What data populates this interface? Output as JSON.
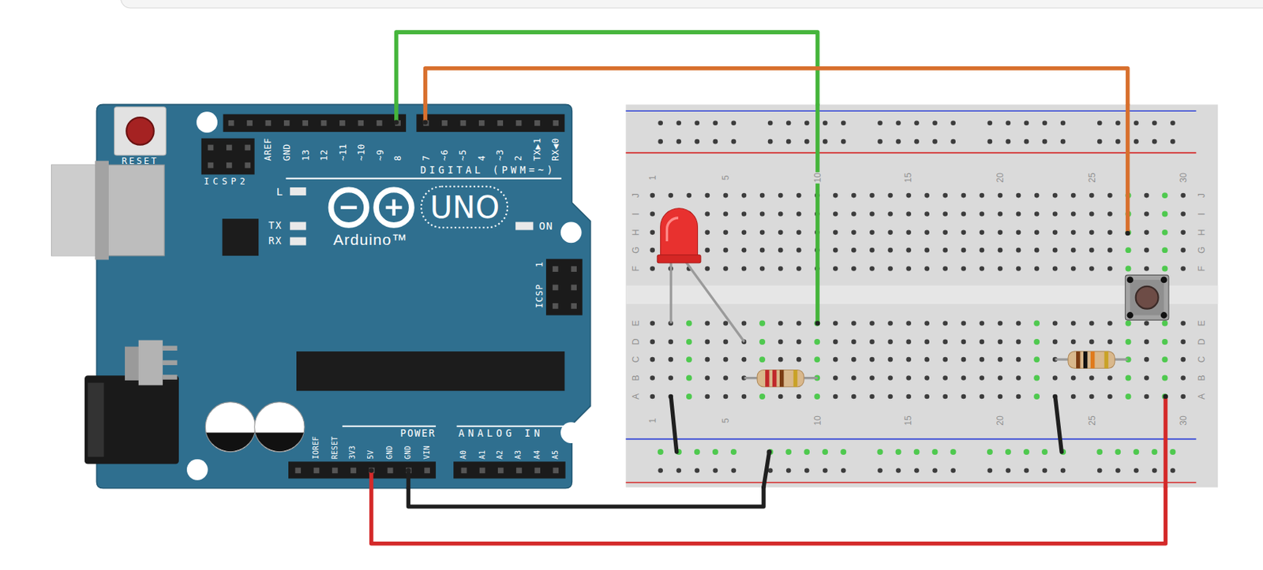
{
  "diagram": {
    "nodes": [
      {
        "text": [
          "RESET",
          "ICSP2",
          "AREF",
          "GND",
          "13",
          "12",
          "~11",
          "~10",
          "~9",
          "8",
          "7",
          "~6",
          "~5",
          "4",
          "~3",
          "2",
          "TX▶1",
          "RX◀0",
          "DIGITAL (PWM=~)",
          "L",
          "TX",
          "RX",
          "UNO",
          "Arduino™",
          "ON",
          "1",
          "ICSP",
          "IOREF",
          "RESET",
          "3V3",
          "5V",
          "GND",
          "GND",
          "VIN",
          "POWER",
          "ANALOG IN",
          "A0",
          "A1",
          "A2",
          "A3",
          "A4",
          "A5"
        ]
      },
      {
        "text": [
          "1",
          "5",
          "10",
          "15",
          "20",
          "25",
          "30",
          "J",
          "I",
          "H",
          "G",
          "F",
          "E",
          "D",
          "C",
          "B",
          "A",
          "J",
          "I",
          "H",
          "G",
          "F",
          "E",
          "D",
          "C",
          "B",
          "A",
          "1",
          "5",
          "10",
          "15",
          "20",
          "25",
          "30"
        ]
      }
    ],
    "edges": [
      {
        "from": 0,
        "to": 1,
        "arrow": "none"
      },
      {
        "from": 0,
        "to": 1,
        "arrow": "none"
      },
      {
        "from": 0,
        "to": 1,
        "arrow": "none"
      },
      {
        "from": 0,
        "to": 1,
        "arrow": "none"
      }
    ]
  }
}
